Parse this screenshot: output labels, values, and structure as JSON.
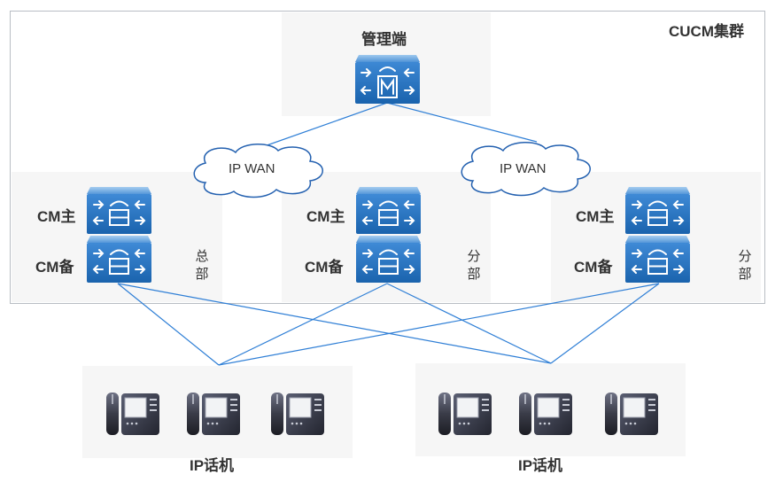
{
  "cluster": {
    "title": "CUCM集群"
  },
  "management": {
    "title": "管理端",
    "device_icon": "media-convergence-server-icon"
  },
  "wan": [
    {
      "label": "IP WAN"
    },
    {
      "label": "IP WAN"
    }
  ],
  "sites": [
    {
      "name_line1": "总",
      "name_line2": "部",
      "primary_label": "CM主",
      "backup_label": "CM备"
    },
    {
      "name_line1": "分",
      "name_line2": "部",
      "primary_label": "CM主",
      "backup_label": "CM备"
    },
    {
      "name_line1": "分",
      "name_line2": "部",
      "primary_label": "CM主",
      "backup_label": "CM备"
    }
  ],
  "phone_groups": [
    {
      "label": "IP话机",
      "phone_count": 3
    },
    {
      "label": "IP话机",
      "phone_count": 3
    }
  ],
  "colors": {
    "link": "#2f7fd6",
    "device_blue": "#1f6fbf",
    "panel": "#f6f6f6",
    "border": "#b9bec4"
  }
}
